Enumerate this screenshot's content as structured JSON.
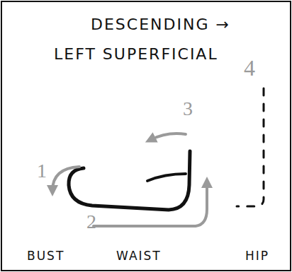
{
  "diagram": {
    "labels": [
      "DESCENDING →",
      "LEFT SUPERFICIAL",
      "1",
      "2",
      "3",
      "4",
      "BUST",
      "WAIST",
      "HIP"
    ]
  }
}
